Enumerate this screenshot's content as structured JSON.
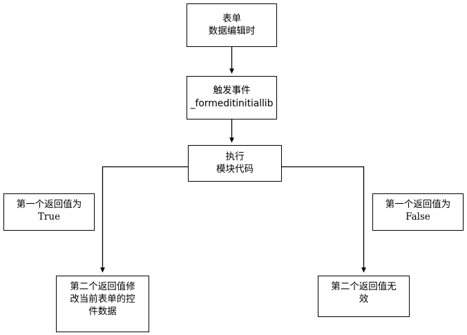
{
  "diagram": {
    "type": "flowchart",
    "orientation": "top-down-with-branches",
    "background_color": "#ffffff",
    "stroke_color": "#000000",
    "text_color": "#000000"
  },
  "nodes": {
    "form_edit": {
      "line1": "表单",
      "line2": "数据编辑时"
    },
    "trigger_event": {
      "line1": "触发事件",
      "line2": "_formeditinitiallib"
    },
    "exec_module": {
      "line1": "执行",
      "line2": "模块代码"
    },
    "return_true": {
      "line1": "第一个返回值为",
      "line2": "True"
    },
    "return_false": {
      "line1": "第一个返回值为",
      "line2": "False"
    },
    "apply_second": {
      "line1": "第二个返回值修",
      "line2": "改当前表单的控",
      "line3": "件数据"
    },
    "ignore_second": {
      "line1": "第二个返回值无",
      "line2": "效"
    }
  },
  "edges": [
    {
      "id": "form-edit-to-trigger",
      "from": "form_edit",
      "to": "trigger_event",
      "arrow": true
    },
    {
      "id": "trigger-to-exec",
      "from": "trigger_event",
      "to": "exec_module",
      "arrow": true
    },
    {
      "id": "exec-to-apply-second",
      "from": "exec_module",
      "to": "apply_second",
      "arrow": true,
      "style": "elbow-left"
    },
    {
      "id": "exec-to-ignore-second",
      "from": "exec_module",
      "to": "ignore_second",
      "arrow": true,
      "style": "elbow-right"
    }
  ]
}
